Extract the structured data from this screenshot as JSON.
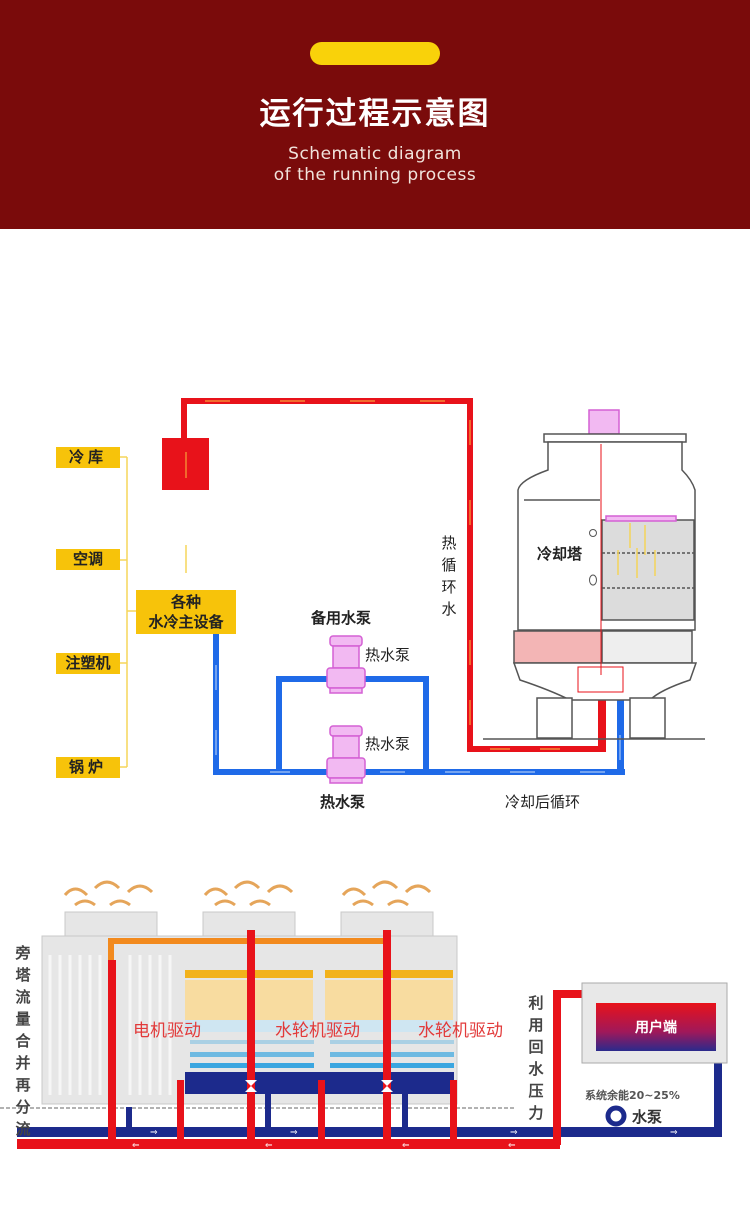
{
  "header": {
    "title_cn": "运行过程示意图",
    "title_en_line1": "Schematic diagram",
    "title_en_line2": "of the running process"
  },
  "colors": {
    "header_bg": "#7a0b0b",
    "accent_yellow": "#f9d20a",
    "hot_pipe": "#e8121a",
    "cold_pipe": "#1f6ae8",
    "pump": "#e889e8",
    "navy_pipe": "#1c2a8c"
  },
  "diagram1": {
    "equipment_list": [
      "冷库",
      "空调",
      "注塑机",
      "锅炉"
    ],
    "main_equipment": "各种\n水冷主设备",
    "main_equipment_line1": "各种",
    "main_equipment_line2": "水冷主设备",
    "hot_water_label": "热循环水",
    "backup_pump_label": "备用水泵",
    "pump_label_upper": "热水泵",
    "pump_label_lower": "热水泵",
    "pump_label_bottom": "热水泵",
    "cooling_tower_label": "冷却塔",
    "return_label": "冷却后循环"
  },
  "diagram2": {
    "side_label": "旁塔流量合并再分流",
    "drive_labels": [
      "电机驱动",
      "水轮机驱动",
      "水轮机驱动"
    ],
    "pressure_label": "利用回水压力",
    "user_end_label": "用户端",
    "energy_label": "系统余能20~25%",
    "pump_label": "水泵"
  }
}
